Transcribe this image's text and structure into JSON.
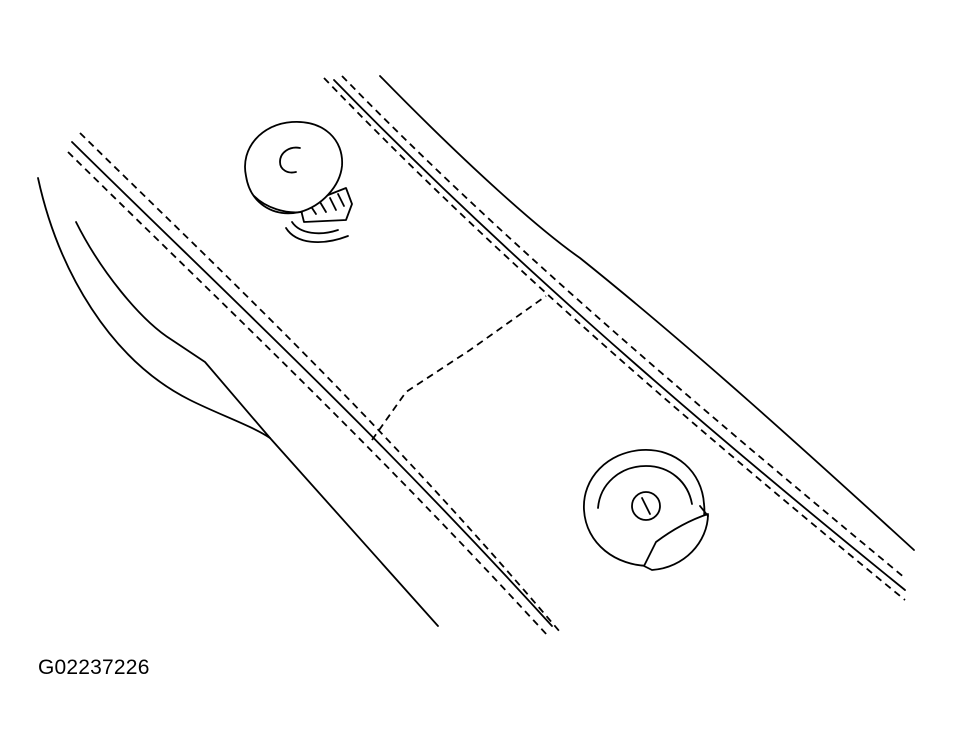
{
  "figure": {
    "id_label": "G02237226"
  },
  "colors": {
    "line": "#000000",
    "background": "#ffffff"
  },
  "parts": [
    {
      "name": "push-pin-clip-upper",
      "icon": "push-pin-clip-icon"
    },
    {
      "name": "round-clip-lower",
      "icon": "round-clip-icon"
    }
  ]
}
